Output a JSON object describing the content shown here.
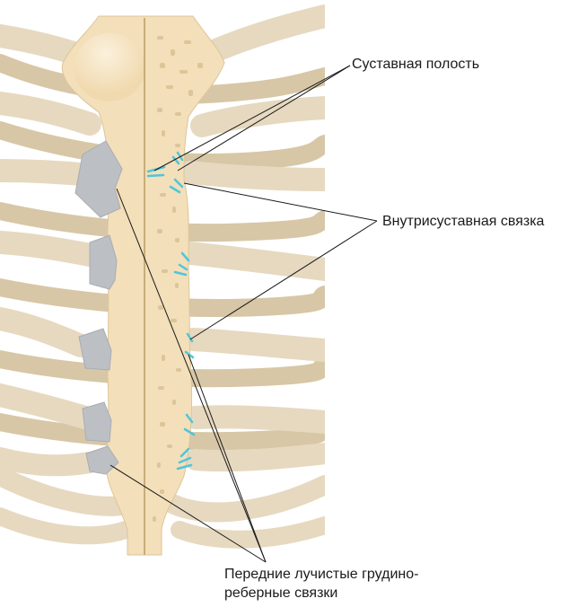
{
  "labels": {
    "articular_cavity": "Суставная полость",
    "intraarticular_ligament": "Внутрисуставная связка",
    "radiate_ligaments_line1": "Передние лучистые грудино-",
    "radiate_ligaments_line2": "реберные связки"
  },
  "colors": {
    "rib": "#e6d9c0",
    "rib_edge": "#c9b894",
    "sternum": "#f3dfb9",
    "sternum_edge": "#dcc59a",
    "cartilage": "#bcbfc4",
    "ligament": "#4ec6dc",
    "pore": "#dcc598",
    "leader": "#1a1a1a"
  }
}
